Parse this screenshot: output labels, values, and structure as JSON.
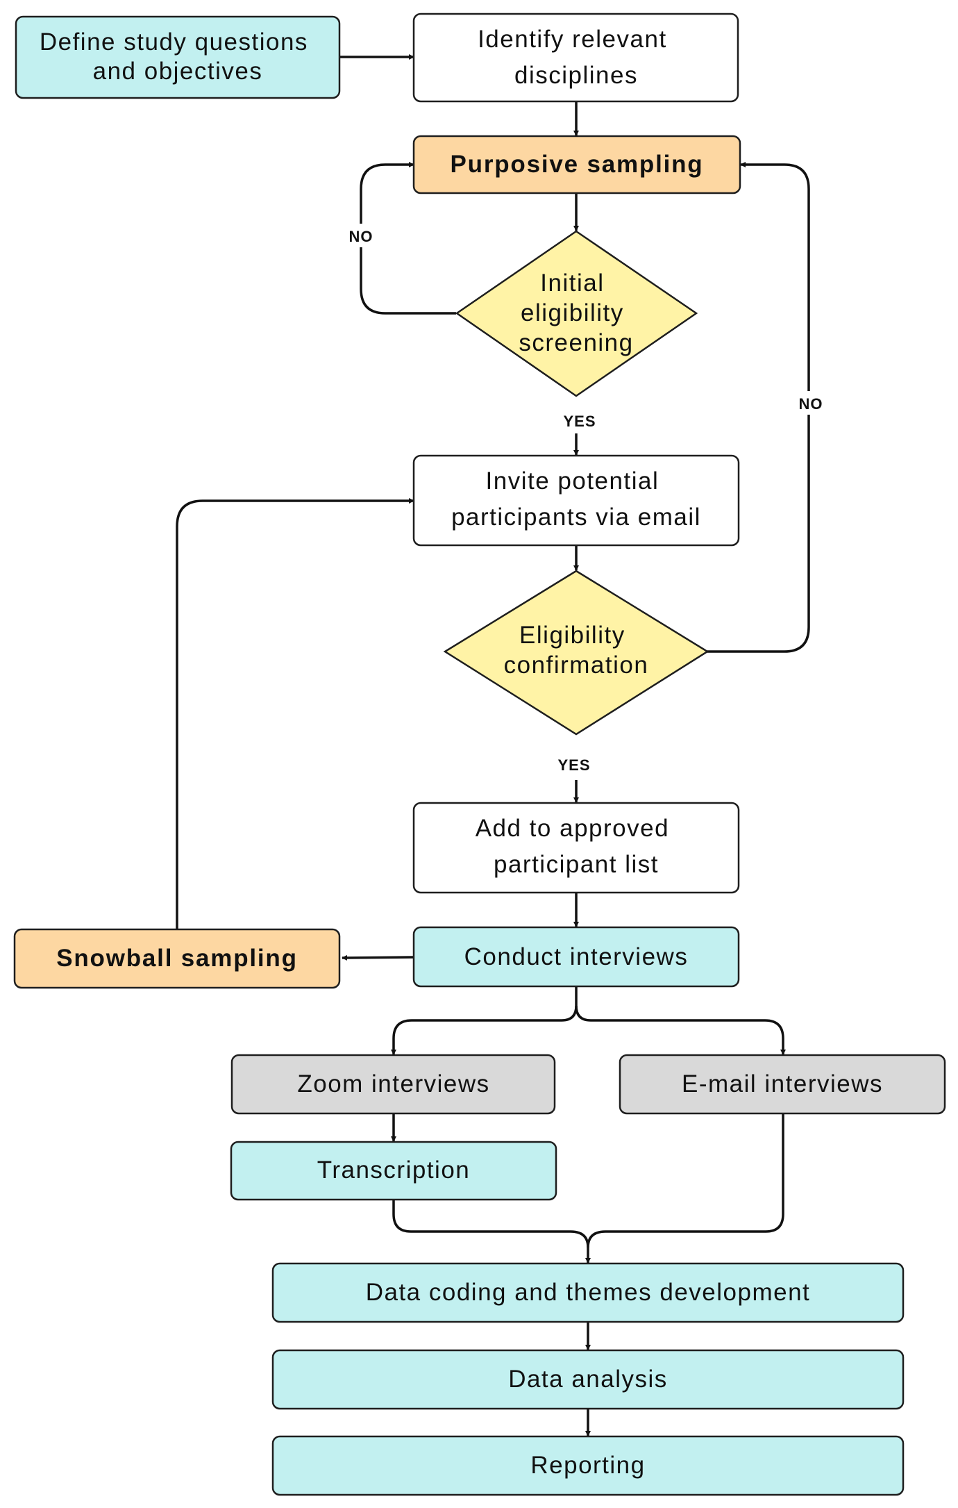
{
  "colors": {
    "cyan": "#c2f0f0",
    "white": "#ffffff",
    "orange": "#fdd7a2",
    "yellow": "#fff3a6",
    "gray": "#d9d9d9",
    "line": "#111111"
  },
  "nodes": {
    "define": {
      "lines": [
        "Define study questions",
        "and objectives"
      ]
    },
    "identify": {
      "lines": [
        "Identify relevant",
        "disciplines"
      ]
    },
    "purposive": {
      "lines": [
        "Purposive sampling"
      ]
    },
    "initial_screening": {
      "lines": [
        "Initial",
        "eligibility",
        "screening"
      ]
    },
    "invite": {
      "lines": [
        "Invite potential",
        "participants via email"
      ]
    },
    "confirmation": {
      "lines": [
        "Eligibility",
        "confirmation"
      ]
    },
    "approved": {
      "lines": [
        "Add to approved",
        "participant list"
      ]
    },
    "conduct": {
      "lines": [
        "Conduct interviews"
      ]
    },
    "snowball": {
      "lines": [
        "Snowball sampling"
      ]
    },
    "zoom": {
      "lines": [
        "Zoom interviews"
      ]
    },
    "email": {
      "lines": [
        "E-mail interviews"
      ]
    },
    "transcription": {
      "lines": [
        "Transcription"
      ]
    },
    "coding": {
      "lines": [
        "Data coding and themes development"
      ]
    },
    "analysis": {
      "lines": [
        "Data analysis"
      ]
    },
    "reporting": {
      "lines": [
        "Reporting"
      ]
    }
  },
  "edge_labels": {
    "screening_no": "NO",
    "screening_yes": "YES",
    "confirmation_no": "NO",
    "confirmation_yes": "YES"
  }
}
